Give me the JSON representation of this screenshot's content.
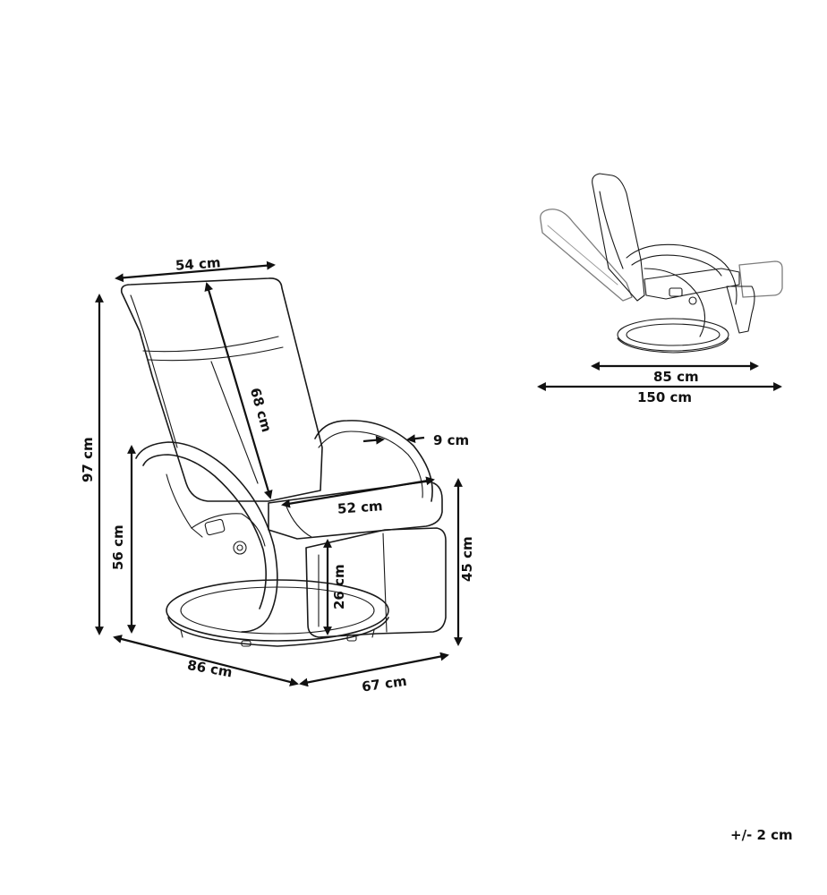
{
  "dimensions": {
    "width_top": "54 cm",
    "backrest_length": "68 cm",
    "total_height": "97 cm",
    "armrest_height": "56 cm",
    "armrest_width": "9 cm",
    "seat_width": "52 cm",
    "seat_height": "45 cm",
    "footrest_height": "26 cm",
    "depth": "86 cm",
    "base_width": "67 cm",
    "reclined_depth": "85 cm",
    "reclined_length": "150 cm"
  },
  "tolerance": "+/- 2 cm"
}
